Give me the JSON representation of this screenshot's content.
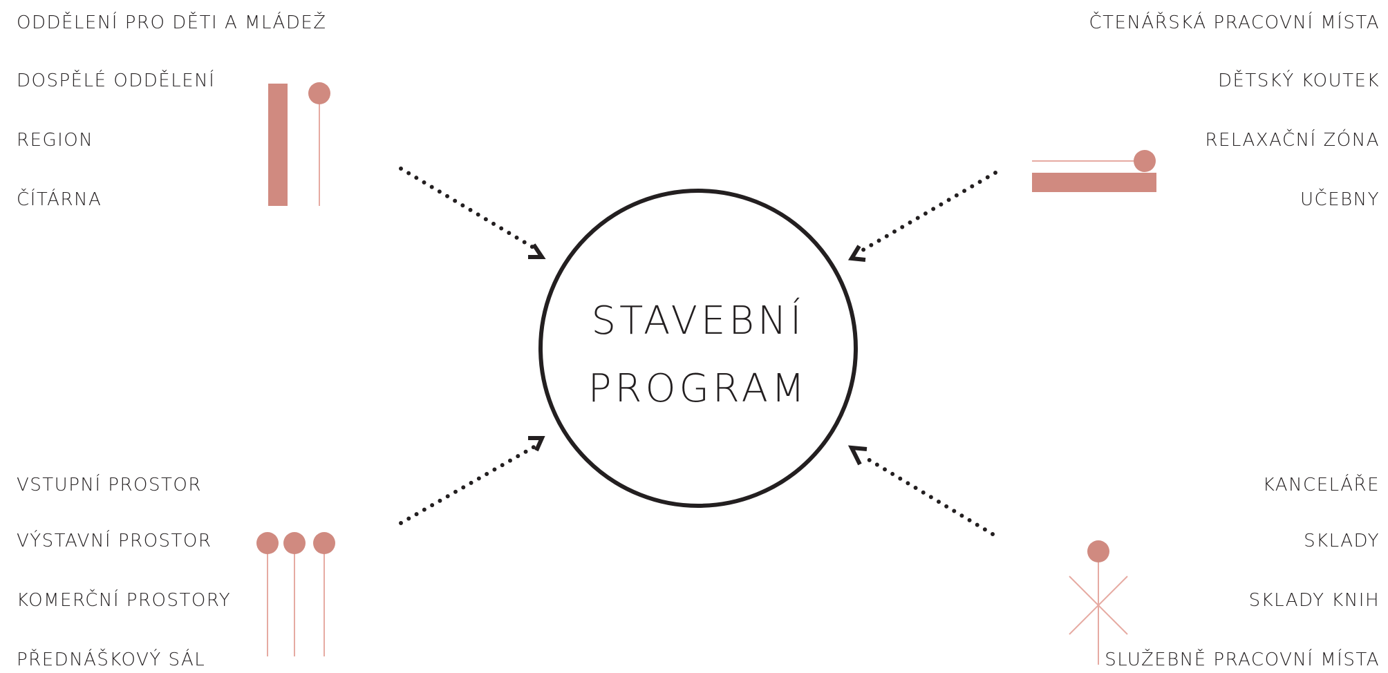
{
  "center": {
    "line1": "STAVEBNÍ",
    "line2": "PROGRAM"
  },
  "top_left": {
    "items": [
      "ODDĚLENÍ PRO DĚTI A MLÁDEŽ",
      "DOSPĚLÉ ODDĚLENÍ",
      "REGION",
      "ČÍTÁRNA"
    ]
  },
  "top_right": {
    "items": [
      "ČTENÁŘSKÁ PRACOVNÍ MÍSTA",
      "DĚTSKÝ KOUTEK",
      "RELAXAČNÍ ZÓNA",
      "UČEBNY"
    ]
  },
  "bottom_left": {
    "items": [
      "VSTUPNÍ PROSTOR",
      "VÝSTAVNÍ PROSTOR",
      "KOMERČNÍ PROSTORY",
      "PŘEDNÁŠKOVÝ SÁL"
    ]
  },
  "bottom_right": {
    "items": [
      "KANCELÁŘE",
      "SKLADY",
      "SKLADY KNIH",
      "SLUŽEBNĚ PRACOVNÍ MÍSTA"
    ]
  },
  "colors": {
    "accent": "#d08a80",
    "accent_line": "#e6aaa2",
    "ink": "#231f20"
  }
}
